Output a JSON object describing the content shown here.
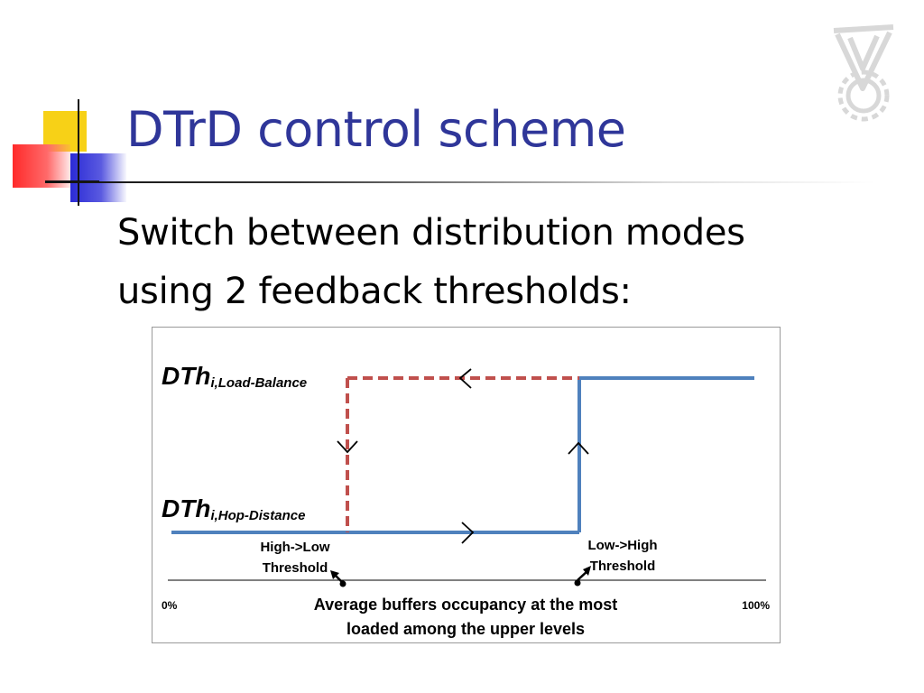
{
  "slide": {
    "title": "DTrD control scheme",
    "body_lines": [
      "Switch between distribution modes",
      "using 2 feedback thresholds:"
    ]
  },
  "diagram": {
    "levels": {
      "upper": {
        "main": "DTh",
        "subscript": "i,Load-Balance"
      },
      "lower": {
        "main": "DTh",
        "subscript": "i,Hop-Distance"
      }
    },
    "thresholds": {
      "high_to_low": [
        "High->Low",
        "Threshold"
      ],
      "low_to_high": [
        "Low->High",
        "Threshold"
      ]
    },
    "axis": {
      "min_label": "0%",
      "max_label": "100%",
      "title_lines": [
        "Average buffers occupancy at the most",
        "loaded among the upper levels"
      ]
    },
    "colors": {
      "solid_path": "#4f81bd",
      "dashed_path": "#c0504d",
      "title": "#2f3699"
    }
  }
}
